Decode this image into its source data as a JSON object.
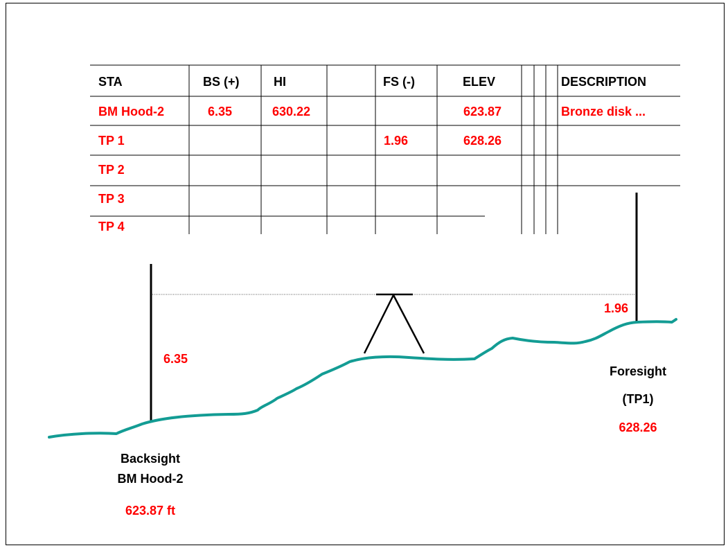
{
  "table": {
    "headers": [
      "STA",
      "BS (+)",
      "HI",
      "",
      "FS (-)",
      "ELEV",
      "",
      "",
      "DESCRIPTION"
    ],
    "rows": [
      {
        "sta": "BM Hood-2",
        "bs": "6.35",
        "hi": "630.22",
        "fs": "",
        "elev": "623.87",
        "desc": "Bronze disk ..."
      },
      {
        "sta": "TP 1",
        "bs": "",
        "hi": "",
        "fs": "1.96",
        "elev": "628.26",
        "desc": ""
      },
      {
        "sta": "TP 2",
        "bs": "",
        "hi": "",
        "fs": "",
        "elev": "",
        "desc": ""
      },
      {
        "sta": "TP 3",
        "bs": "",
        "hi": "",
        "fs": "",
        "elev": "",
        "desc": ""
      },
      {
        "sta": "TP 4",
        "bs": "",
        "hi": "",
        "fs": "",
        "elev": "",
        "desc": ""
      }
    ]
  },
  "diagram": {
    "backsight_reading": "6.35",
    "foresight_reading": "1.96",
    "backsight_label_line1": "Backsight",
    "backsight_label_line2": "BM Hood-2",
    "backsight_elev": "623.87 ft",
    "foresight_label_line1": "Foresight",
    "foresight_label_line2": "(TP1)",
    "foresight_elev": "628.26"
  },
  "colors": {
    "ground": "#139C94",
    "emphasis": "#ff0000",
    "line": "#000000"
  }
}
